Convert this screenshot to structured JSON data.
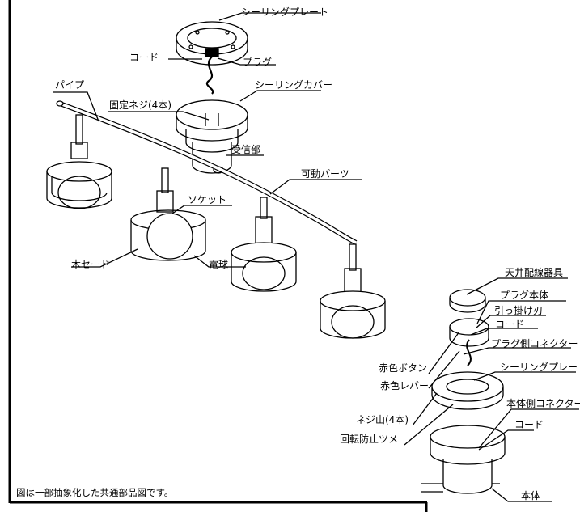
{
  "labels": {
    "ceiling_plate_top": "シーリングプレート",
    "cord_top": "コード",
    "plug_top": "プラグ",
    "pipe": "パイプ",
    "ceiling_cover": "シーリングカバー",
    "fixing_screw": "固定ネジ(4本)",
    "receiver": "受信部",
    "movable_parts": "可動パーツ",
    "socket": "ソケット",
    "wood_shade": "木セード",
    "bulb": "電球",
    "ceiling_fixture": "天井配線器具",
    "plug_body": "プラグ本体",
    "hook_blade": "引っ掛け刃",
    "cord_mid": "コード",
    "red_button": "赤色ボタン",
    "plug_connector": "プラグ側コネクター",
    "red_lever": "赤色レバー",
    "ceiling_plate_bottom": "シーリングプレート",
    "screw_mount": "ネジ山(4本)",
    "body_connector": "本体側コネクター",
    "rotation_stopper": "回転防止ツメ",
    "cord_bottom": "コード",
    "body": "本体"
  },
  "note": "図は一部抽象化した共通部品図です。"
}
